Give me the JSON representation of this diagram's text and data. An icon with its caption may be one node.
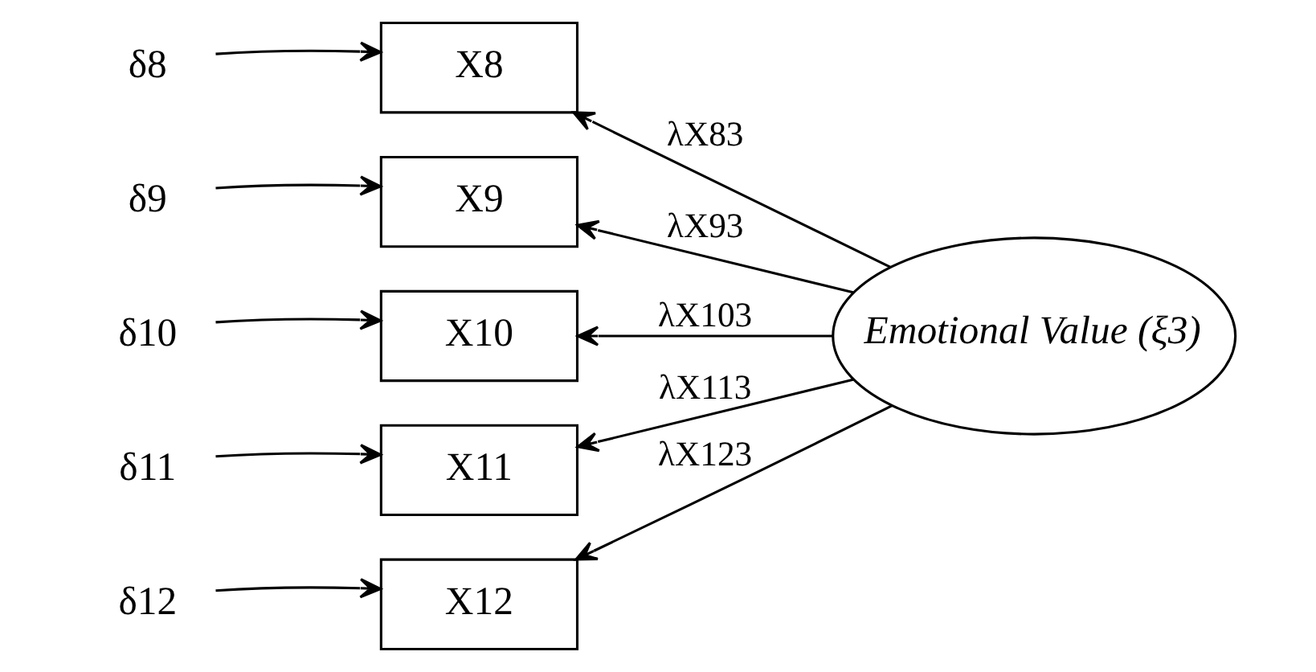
{
  "diagram": {
    "nodes": [
      {
        "text": [
          "δ8"
        ]
      },
      {
        "text": [
          "X8"
        ]
      },
      {
        "text": [
          "δ9"
        ]
      },
      {
        "text": [
          "X9"
        ]
      },
      {
        "text": [
          "δ10"
        ]
      },
      {
        "text": [
          "X10"
        ]
      },
      {
        "text": [
          "δ11"
        ]
      },
      {
        "text": [
          "X11"
        ]
      },
      {
        "text": [
          "δ12"
        ]
      },
      {
        "text": [
          "X12"
        ]
      },
      {
        "text": [
          "Emotional Value (ξ3)"
        ]
      }
    ],
    "edges": [
      {
        "from": 0,
        "to": 1,
        "arrow": "to"
      },
      {
        "from": 2,
        "to": 3,
        "arrow": "to"
      },
      {
        "from": 4,
        "to": 5,
        "arrow": "to"
      },
      {
        "from": 6,
        "to": 7,
        "arrow": "to"
      },
      {
        "from": 8,
        "to": 9,
        "arrow": "to"
      },
      {
        "from": 10,
        "to": 1,
        "arrow": "to",
        "label": "λX83"
      },
      {
        "from": 10,
        "to": 3,
        "arrow": "to",
        "label": "λX93"
      },
      {
        "from": 10,
        "to": 5,
        "arrow": "to",
        "label": "λX103"
      },
      {
        "from": 10,
        "to": 7,
        "arrow": "to",
        "label": "λX113"
      },
      {
        "from": 10,
        "to": 9,
        "arrow": "to",
        "label": "λX123"
      }
    ]
  }
}
